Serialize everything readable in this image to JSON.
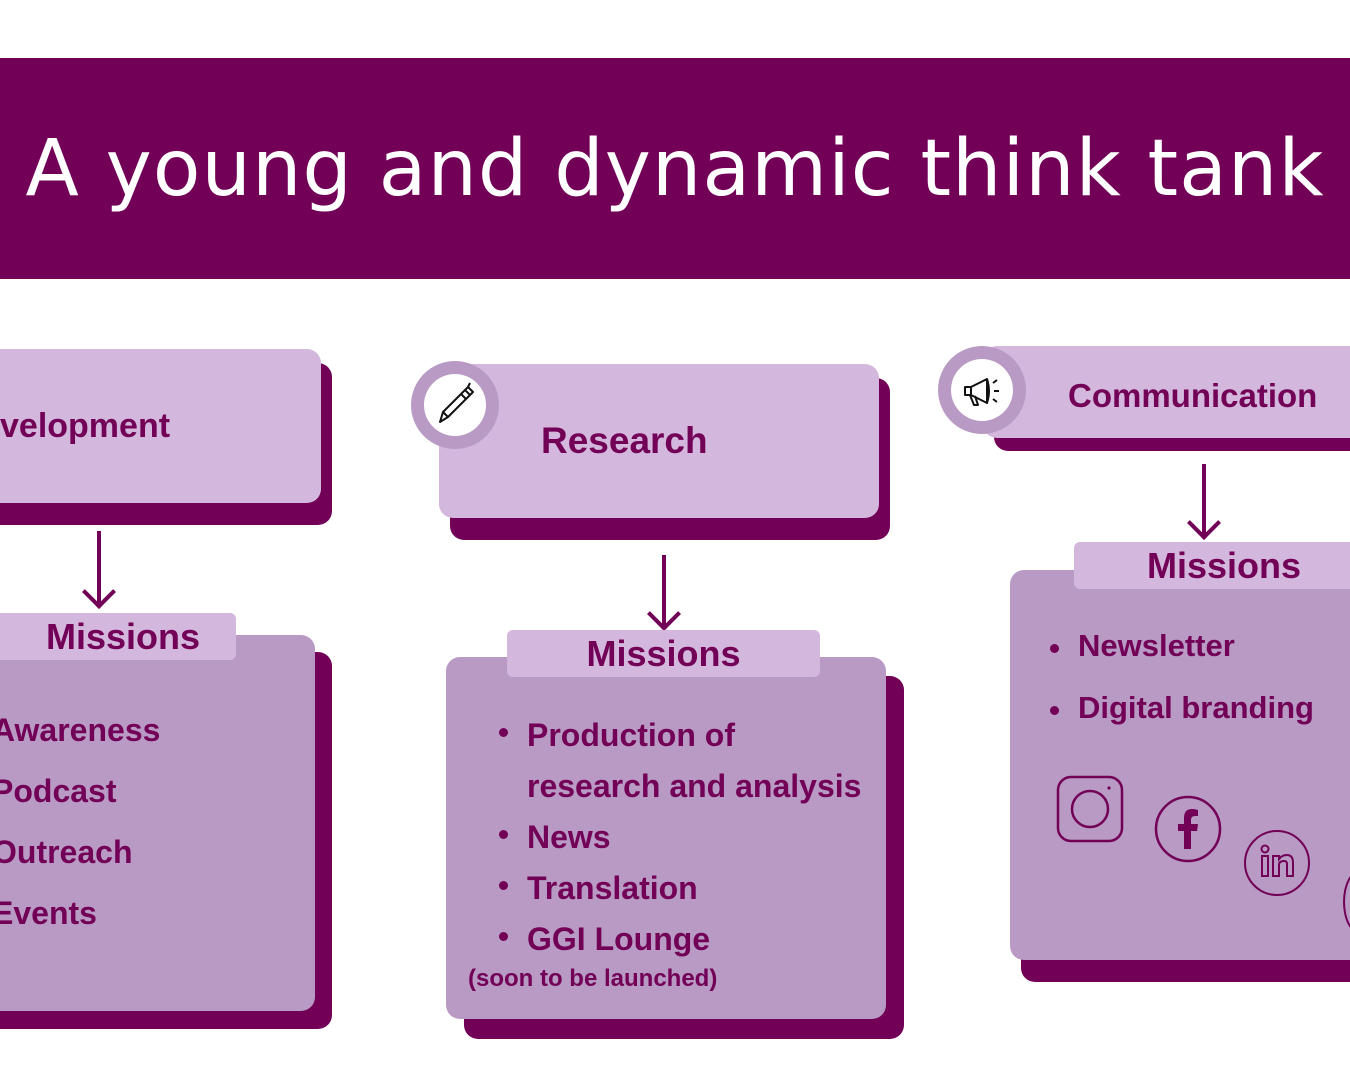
{
  "title": "A young and dynamic think tank",
  "colors": {
    "primary": "#720057",
    "light": "#d4b7dc",
    "mid": "#b99ac4"
  },
  "columns": [
    {
      "header": "velopment",
      "missions_label": "Missions",
      "items": [
        "Awareness",
        "Podcast",
        "Outreach",
        "Events"
      ]
    },
    {
      "header": "Research",
      "icon": "pen-icon",
      "missions_label": "Missions",
      "items": [
        "Production of",
        "research and analysis",
        "News",
        "Translation",
        "GGI Lounge"
      ],
      "note": "(soon to be launched)"
    },
    {
      "header": "Communication",
      "icon": "megaphone-icon",
      "missions_label": "Missions",
      "items": [
        "Newsletter",
        "Digital branding"
      ],
      "social_icons": [
        "instagram-icon",
        "facebook-icon",
        "linkedin-icon"
      ]
    }
  ]
}
